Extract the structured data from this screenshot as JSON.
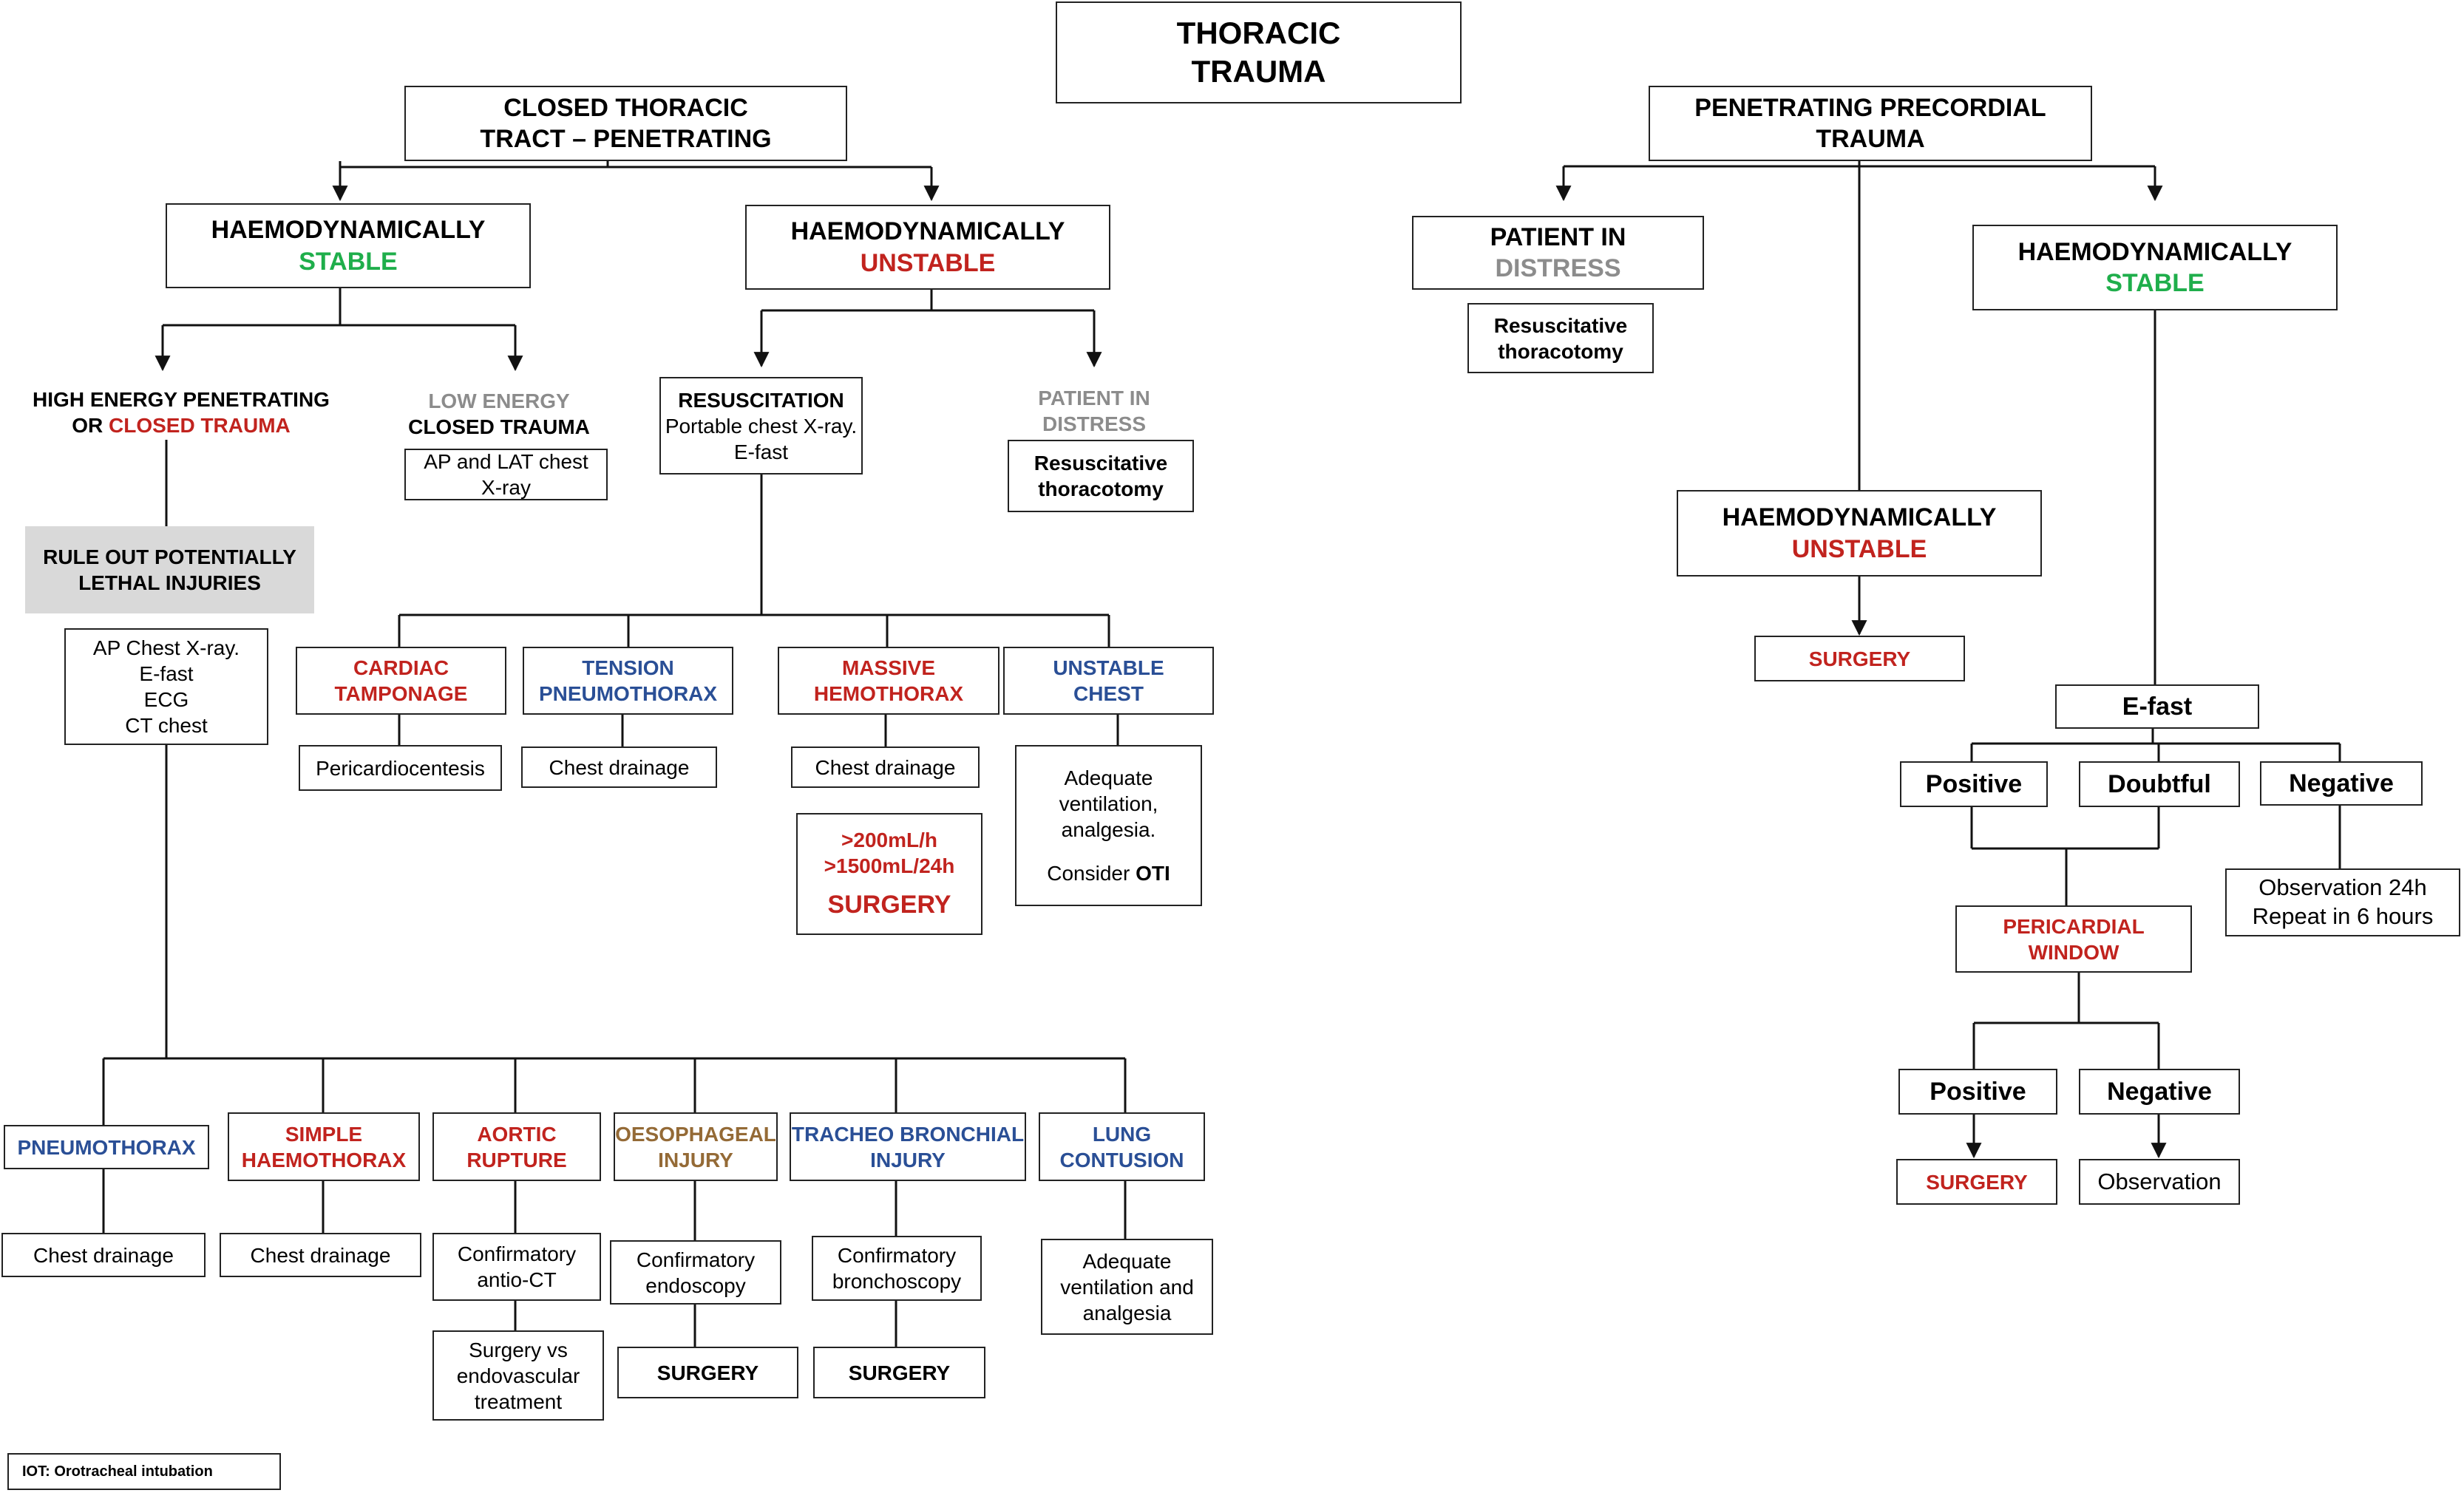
{
  "title": {
    "line1": "THORACIC",
    "line2": "TRAUMA"
  },
  "colors": {
    "stable": "#1fae4b",
    "unstable": "#c1231e",
    "distress": "#8c8c8c",
    "injury_blue": "#2a4f96",
    "injury_brown": "#946a36",
    "highlight_grey": "#d9d9d9"
  },
  "closed": {
    "header": {
      "line1": "CLOSED THORACIC",
      "line2": "TRACT – PENETRATING"
    },
    "stable": {
      "line1": "HAEMODYNAMICALLY",
      "line2": "STABLE"
    },
    "unstable": {
      "line1": "HAEMODYNAMICALLY",
      "line2": "UNSTABLE"
    },
    "high_energy": {
      "line1": "HIGH ENERGY PENETRATING",
      "prefix": "OR ",
      "highlight": "CLOSED TRAUMA"
    },
    "low_energy": {
      "line1": "LOW ENERGY",
      "line2": "CLOSED TRAUMA"
    },
    "ap_lat": {
      "line1": "AP and LAT chest",
      "line2": "X-ray"
    },
    "rule_out": {
      "line1": "RULE OUT POTENTIALLY",
      "line2": "LETHAL INJURIES"
    },
    "exams": {
      "line1": "AP Chest X-ray.",
      "line2": "E-fast",
      "line3": "ECG",
      "line4": "CT chest"
    },
    "resuscitation": {
      "line1": "RESUSCITATION",
      "line2": "Portable chest X-ray.",
      "line3": "E-fast"
    },
    "distress": {
      "line1": "PATIENT IN",
      "line2": "DISTRESS"
    },
    "distress_action": {
      "line1": "Resuscitative",
      "line2": "thoracotomy"
    },
    "unstable_injuries": [
      {
        "line1": "CARDIAC",
        "line2": "TAMPONAGE",
        "action": "Pericardiocentesis"
      },
      {
        "line1": "TENSION",
        "line2": "PNEUMOTHORAX",
        "action": "Chest drainage"
      },
      {
        "line1": "MASSIVE",
        "line2": "HEMOTHORAX",
        "action": "Chest drainage"
      },
      {
        "line1": "UNSTABLE",
        "line2": "CHEST",
        "action_lines": [
          "Adequate",
          "ventilation,",
          "analgesia."
        ],
        "action_consider": "Consider ",
        "action_otl": "OTI"
      }
    ],
    "massive_criteria": {
      "line1": ">200mL/h",
      "line2": ">1500mL/24h",
      "line3": "SURGERY"
    },
    "stable_injuries": [
      {
        "label": "PNEUMOTHORAX",
        "action": "Chest drainage"
      },
      {
        "line1": "SIMPLE",
        "line2": "HAEMOTHORAX",
        "action": "Chest drainage"
      },
      {
        "line1": "AORTIC",
        "line2": "RUPTURE",
        "action1": "Confirmatory",
        "action2": "antio-CT",
        "next": [
          "Surgery vs",
          "endovascular",
          "treatment"
        ]
      },
      {
        "line1": "OESOPHAGEAL",
        "line2": "INJURY",
        "action1": "Confirmatory",
        "action2": "endoscopy",
        "next": "SURGERY"
      },
      {
        "line1": "TRACHEO BRONCHIAL",
        "line2": "INJURY",
        "action1": "Confirmatory",
        "action2": "bronchoscopy",
        "next": "SURGERY"
      },
      {
        "line1": "LUNG",
        "line2": "CONTUSION",
        "action1": "Adequate",
        "action2": "ventilation and",
        "action3": "analgesia"
      }
    ]
  },
  "precordial": {
    "header": {
      "line1": "PENETRATING PRECORDIAL",
      "line2": "TRAUMA"
    },
    "distress": {
      "line1": "PATIENT IN",
      "line2": "DISTRESS"
    },
    "distress_action": {
      "line1": "Resuscitative",
      "line2": "thoracotomy"
    },
    "unstable": {
      "line1": "HAEMODYNAMICALLY",
      "line2": "UNSTABLE"
    },
    "unstable_action": "SURGERY",
    "stable": {
      "line1": "HAEMODYNAMICALLY",
      "line2": "STABLE"
    },
    "efast": "E-fast",
    "positive": "Positive",
    "doubtful": "Doubtful",
    "negative": "Negative",
    "observation": {
      "line1": "Observation 24h",
      "line2": "Repeat in 6 hours"
    },
    "window": {
      "line1": "PERICARDIAL",
      "line2": "WINDOW"
    },
    "window_positive": "Positive",
    "window_negative": "Negative",
    "window_surgery": "SURGERY",
    "window_observation": "Observation"
  },
  "footnote": "IOT: Orotracheal intubation"
}
